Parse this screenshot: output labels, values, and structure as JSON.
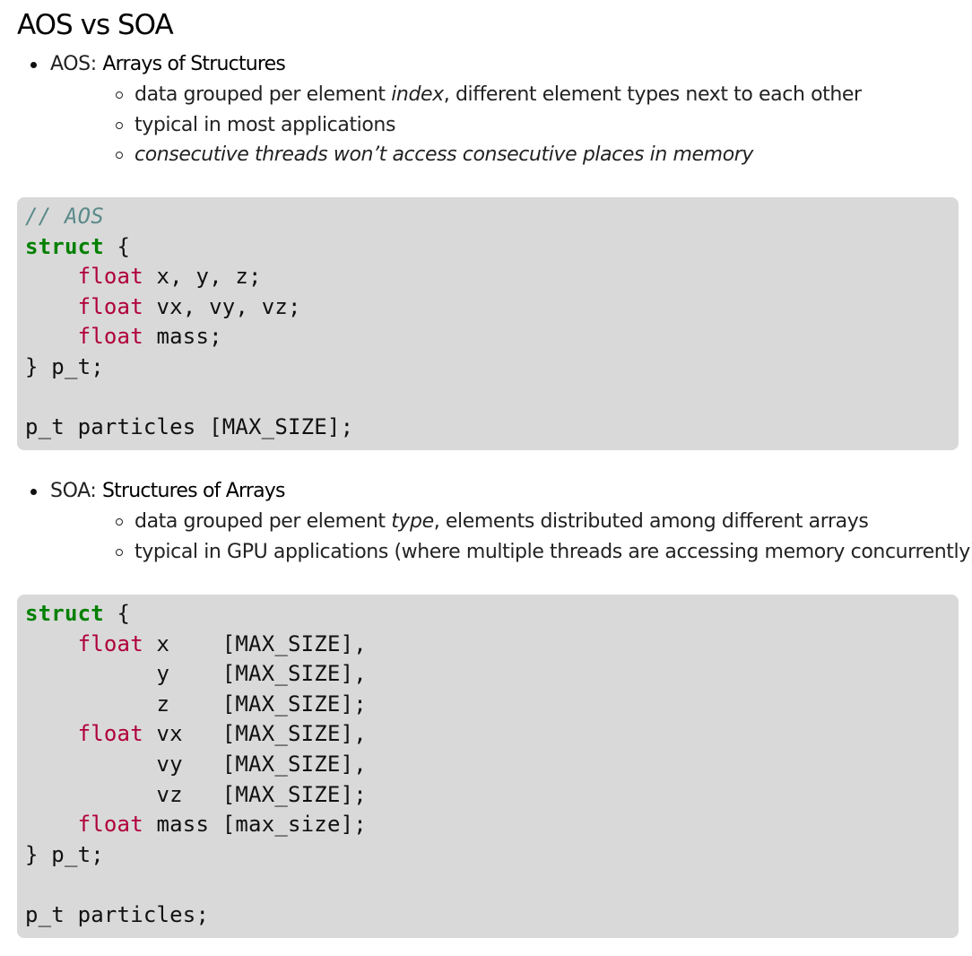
{
  "title": "AOS vs SOA",
  "aos": {
    "label": "AOS: ",
    "term": "Arrays of Structures",
    "point1_a": "data grouped per element ",
    "point1_em": "index",
    "point1_b": ", different element types next to each other",
    "point2": "typical in most applications",
    "point3": "consecutive threads won’t access consecutive places in memory"
  },
  "aos_code": {
    "comment": "// AOS",
    "kw_struct": "struct",
    "open": " {",
    "indent": "    ",
    "float": "float",
    "l2_rest": " x, y, z;",
    "l3_rest": " vx, vy, vz;",
    "l4_rest": " mass;",
    "close": "} p_t;",
    "decl": "p_t particles [MAX_SIZE];"
  },
  "soa": {
    "label": "SOA: ",
    "term": "Structures of Arrays",
    "point1_a": "data grouped per element ",
    "point1_em": "type",
    "point1_b": ", elements distributed among different arrays",
    "point2": "typical in GPU applications (where multiple threads are accessing memory concurrently)"
  },
  "soa_code": {
    "kw_struct": "struct",
    "open": " {",
    "indent": "    ",
    "float": "float",
    "l2_rest": " x    [MAX_SIZE],",
    "l3": "          y    [MAX_SIZE],",
    "l4": "          z    [MAX_SIZE];",
    "l5_rest": " vx   [MAX_SIZE],",
    "l6": "          vy   [MAX_SIZE],",
    "l7": "          vz   [MAX_SIZE];",
    "l8_rest": " mass [max_size];",
    "close": "} p_t;",
    "decl": "p_t particles;"
  },
  "colors": {
    "code_background": "#d9d9d9",
    "keyword": "#008000",
    "type": "#b0003a",
    "comment": "#5c8a8a"
  }
}
